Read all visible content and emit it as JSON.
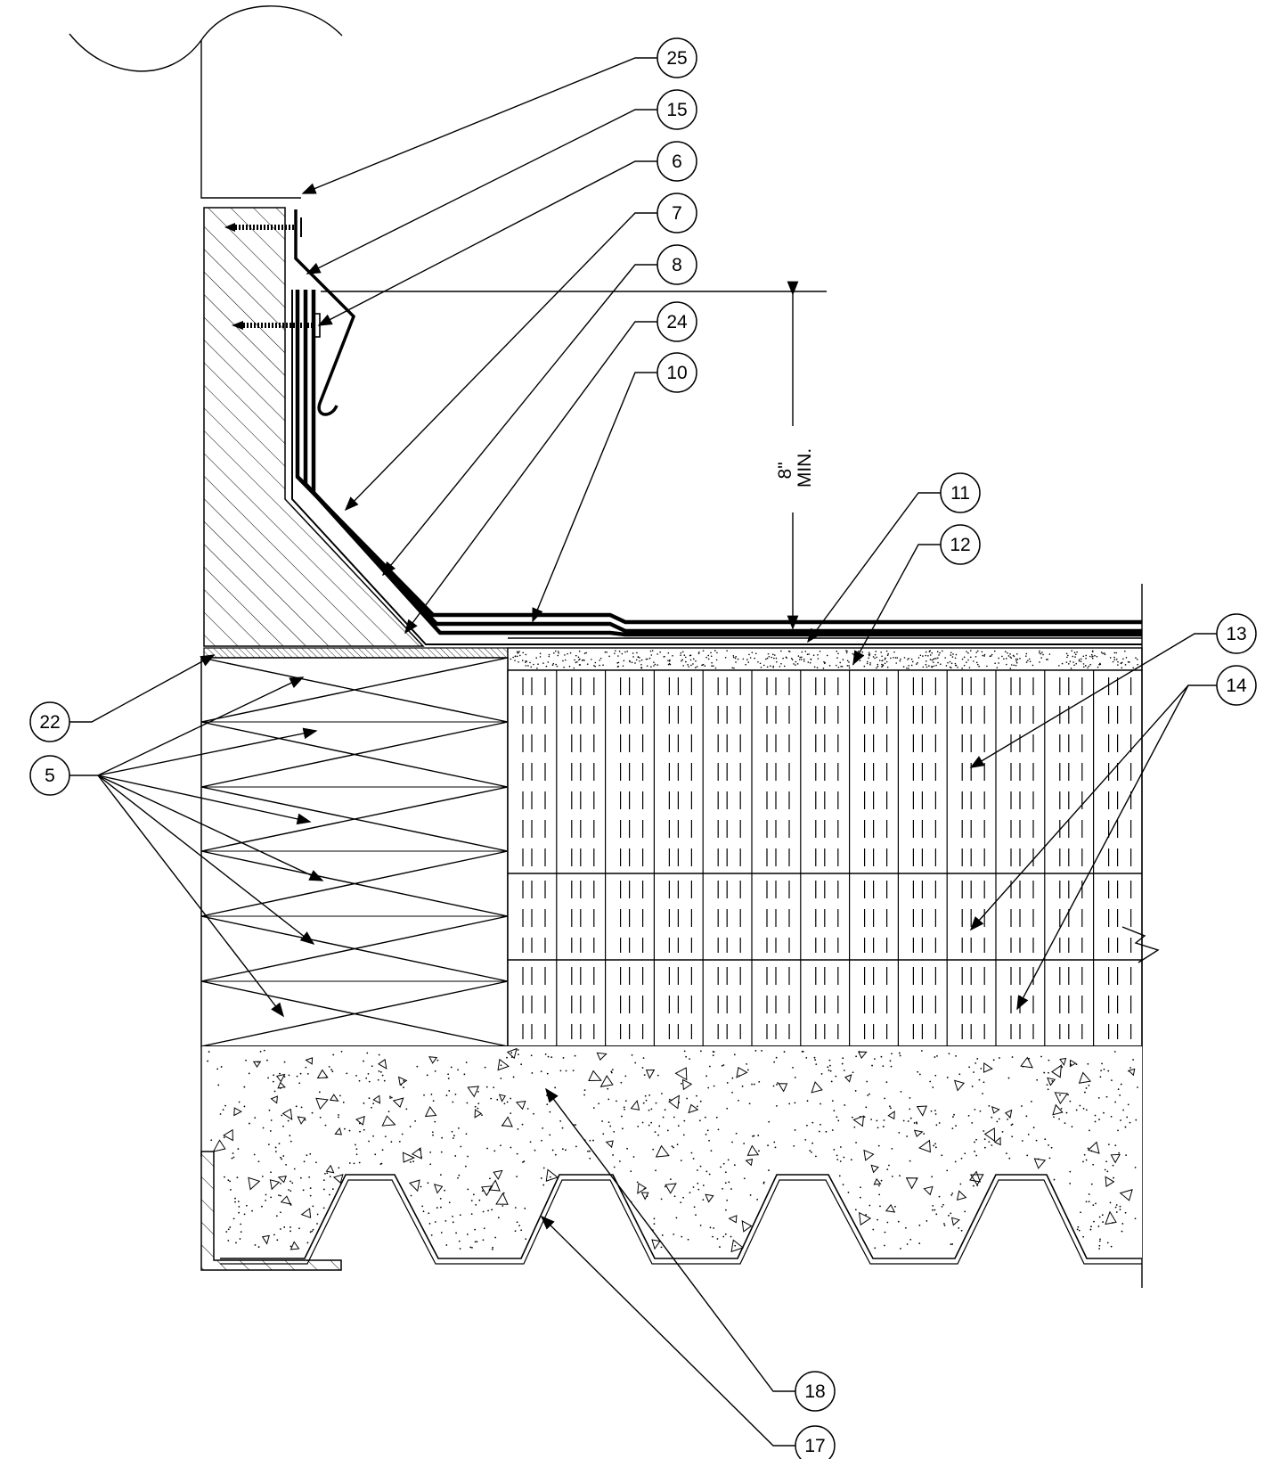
{
  "dimension": {
    "line1": "8\"",
    "line2": "MIN."
  },
  "callouts": [
    {
      "id": "25",
      "label": "25"
    },
    {
      "id": "15",
      "label": "15"
    },
    {
      "id": "6",
      "label": "6"
    },
    {
      "id": "7",
      "label": "7"
    },
    {
      "id": "8",
      "label": "8"
    },
    {
      "id": "24",
      "label": "24"
    },
    {
      "id": "10",
      "label": "10"
    },
    {
      "id": "11",
      "label": "11"
    },
    {
      "id": "12",
      "label": "12"
    },
    {
      "id": "13",
      "label": "13"
    },
    {
      "id": "14",
      "label": "14"
    },
    {
      "id": "22",
      "label": "22"
    },
    {
      "id": "5",
      "label": "5"
    },
    {
      "id": "18",
      "label": "18"
    },
    {
      "id": "17",
      "label": "17"
    }
  ]
}
